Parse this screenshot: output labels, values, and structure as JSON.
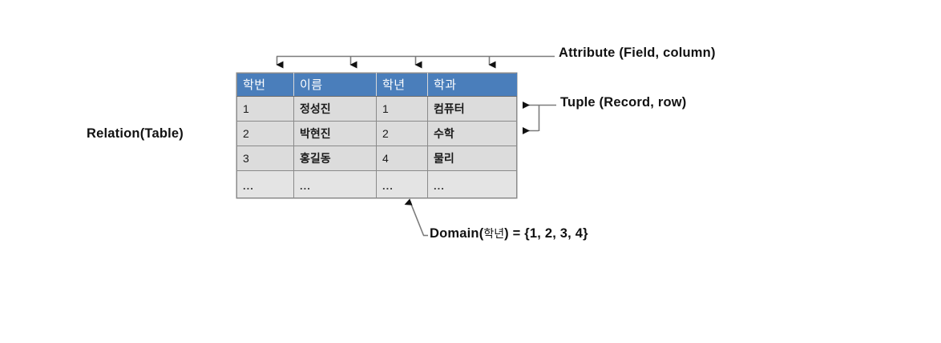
{
  "diagram": {
    "title_concept": "Relational database terminology",
    "background_color": "#ffffff",
    "table": {
      "header_color": "#4a7ebb",
      "header_text_color": "#ffffff",
      "cell_color": "#dcdcdc",
      "ellipsis_row_color": "#e4e4e4",
      "border_color": "#8a8a8a",
      "columns": [
        "학번",
        "이름",
        "학년",
        "학과"
      ],
      "rows": [
        [
          "1",
          "정성진",
          "1",
          "컴퓨터"
        ],
        [
          "2",
          "박현진",
          "2",
          "수학"
        ],
        [
          "3",
          "홍길동",
          "4",
          "물리"
        ],
        [
          "...",
          "...",
          "...",
          "..."
        ]
      ]
    },
    "annotations": {
      "attribute": "Attribute (Field, column)",
      "tuple": "Tuple (Record, row)",
      "domain_prefix": "Domain(",
      "domain_korean": "학년",
      "domain_suffix": ") = {1, 2, 3, 4}",
      "relation": "Relation(Table)"
    }
  }
}
